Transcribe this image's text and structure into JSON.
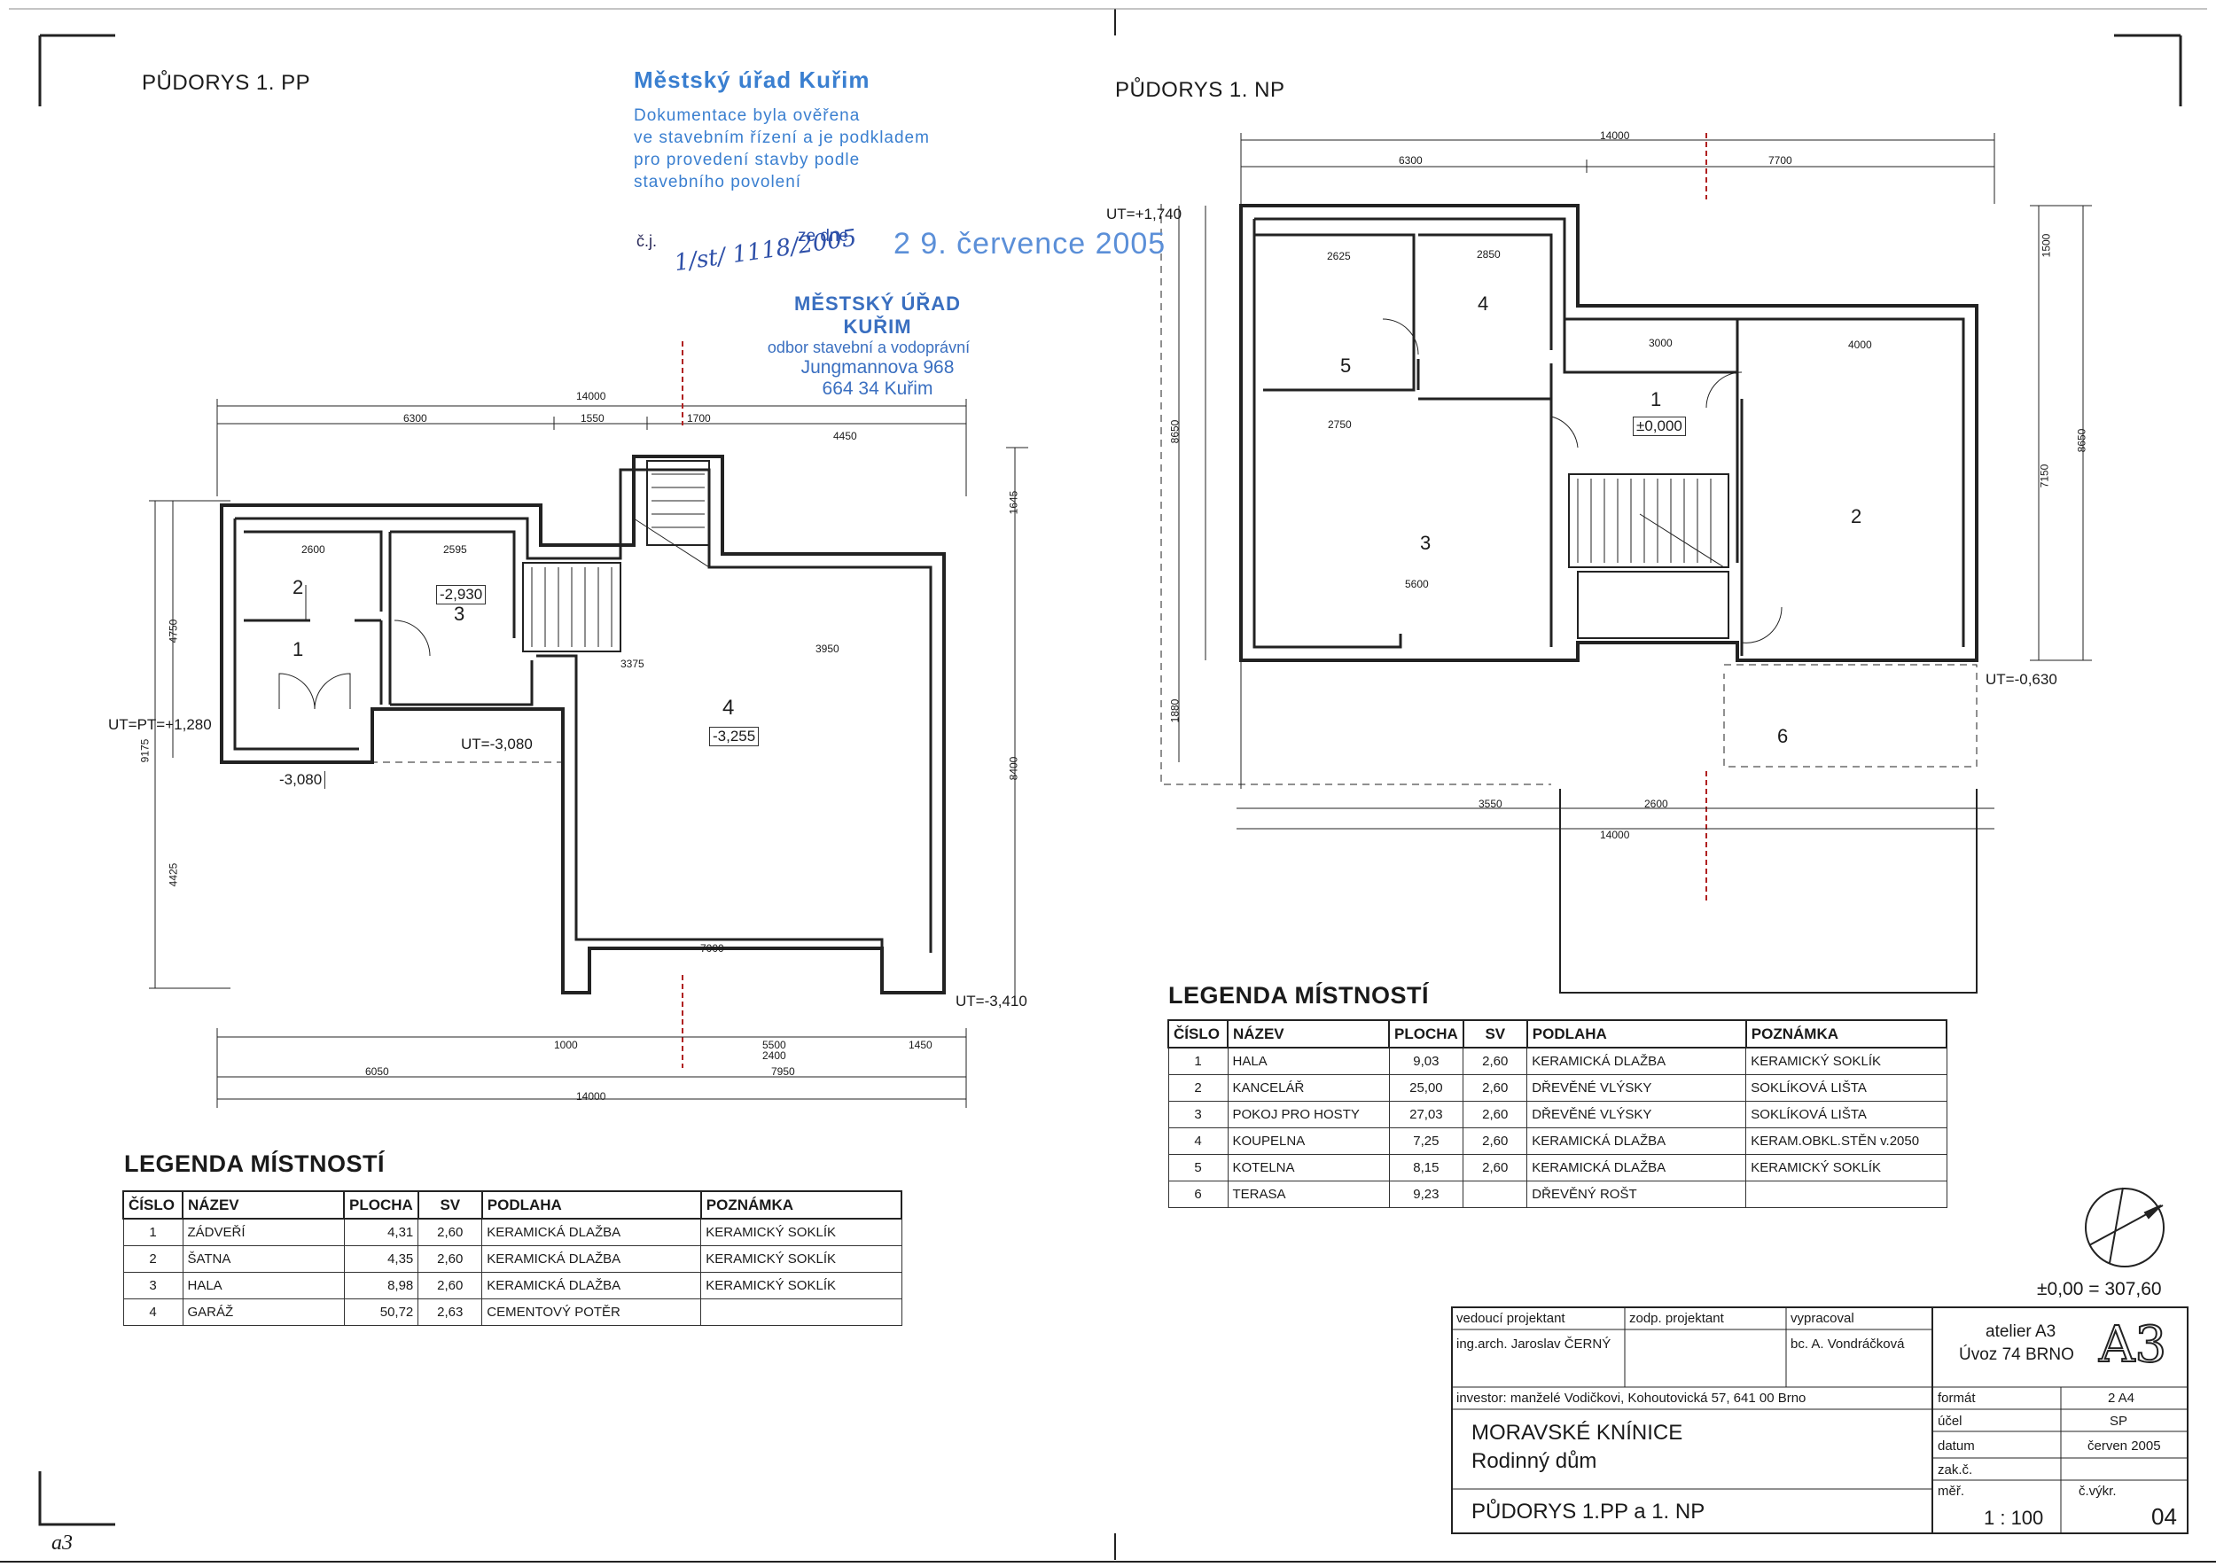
{
  "sheet_label": "a3",
  "left_plan": {
    "title": "PŮDORYS 1. PP",
    "room_numbers": [
      "1",
      "2",
      "3",
      "4"
    ],
    "levels": {
      "ut_pt": "UT=PT=+1,280",
      "room1": "-3,080",
      "room3": "-2,930",
      "room4": "-3,255",
      "ut_mid": "UT=-3,080",
      "ut_bottom": "UT=-3,410"
    },
    "dimensions": {
      "top_total": "14000",
      "top_a": "6300",
      "top_b": "1550",
      "top_c": "1700",
      "top_d": "4450",
      "left_4750": "4750",
      "left_9175": "9175",
      "left_4425": "4425",
      "right_1645": "1645",
      "right_8400": "8400",
      "inner_3950": "3950",
      "inner_3375": "3375",
      "inner_7000": "7000",
      "inner_2600": "2600",
      "inner_2595": "2595",
      "bottom_6050": "6050",
      "bottom_7950": "7950",
      "bottom_total": "14000",
      "bottom_1000": "1000",
      "bottom_1450": "1450",
      "bottom_5500": "5500",
      "bottom_2400": "2400"
    }
  },
  "stamp": {
    "title": "Městský úřad Kuřim",
    "lines": [
      "Dokumentace byla ověřena",
      "ve stavebním řízení a je podkladem",
      "pro provedení stavby podle",
      "stavebního povolení"
    ],
    "cj_label": "č.j.",
    "cj_value": "1/st/ 1118/2005",
    "date_label": "ze dne",
    "date_value": "2 9. července 2005",
    "office_lines": [
      "MĚSTSKÝ ÚŘAD",
      "KUŘIM",
      "odbor stavební a vodoprávní",
      "Jungmannova 968",
      "664 34 Kuřim"
    ]
  },
  "right_plan": {
    "title": "PŮDORYS 1. NP",
    "room_numbers": [
      "1",
      "2",
      "3",
      "4",
      "5",
      "6"
    ],
    "levels": {
      "ut_top": "UT=+1,740",
      "room1": "±0,000",
      "ut_right": "UT=-0,630"
    },
    "dimensions": {
      "top_total": "14000",
      "top_a": "6300",
      "top_b": "7700",
      "bottom_total": "14000",
      "bottom_2600": "2600",
      "bottom_3550": "3550",
      "left_8650": "8650",
      "left_1880": "1880",
      "right_1500": "1500",
      "right_7150": "7150",
      "right_8650": "8650",
      "inner_5600": "5600",
      "inner_4000": "4000",
      "inner_3000": "3000",
      "inner_2750": "2750",
      "inner_2625": "2625",
      "inner_2850": "2850"
    }
  },
  "legend_left": {
    "title": "LEGENDA MÍSTNOSTÍ",
    "headers": [
      "ČÍSLO",
      "NÁZEV",
      "PLOCHA",
      "SV",
      "PODLAHA",
      "POZNÁMKA"
    ],
    "rows": [
      [
        "1",
        "ZÁDVEŘÍ",
        "4,31",
        "2,60",
        "KERAMICKÁ DLAŽBA",
        "KERAMICKÝ SOKLÍK"
      ],
      [
        "2",
        "ŠATNA",
        "4,35",
        "2,60",
        "KERAMICKÁ DLAŽBA",
        "KERAMICKÝ SOKLÍK"
      ],
      [
        "3",
        "HALA",
        "8,98",
        "2,60",
        "KERAMICKÁ DLAŽBA",
        "KERAMICKÝ SOKLÍK"
      ],
      [
        "4",
        "GARÁŽ",
        "50,72",
        "2,63",
        "CEMENTOVÝ POTĚR",
        ""
      ]
    ]
  },
  "legend_right": {
    "title": "LEGENDA MÍSTNOSTÍ",
    "headers": [
      "ČÍSLO",
      "NÁZEV",
      "PLOCHA",
      "SV",
      "PODLAHA",
      "POZNÁMKA"
    ],
    "rows": [
      [
        "1",
        "HALA",
        "9,03",
        "2,60",
        "KERAMICKÁ DLAŽBA",
        "KERAMICKÝ SOKLÍK"
      ],
      [
        "2",
        "KANCELÁŘ",
        "25,00",
        "2,60",
        "DŘEVĚNÉ VLÝSKY",
        "SOKLÍKOVÁ LIŠTA"
      ],
      [
        "3",
        "POKOJ PRO HOSTY",
        "27,03",
        "2,60",
        "DŘEVĚNÉ VLÝSKY",
        "SOKLÍKOVÁ LIŠTA"
      ],
      [
        "4",
        "KOUPELNA",
        "7,25",
        "2,60",
        "KERAMICKÁ DLAŽBA",
        "KERAM.OBKL.STĚN v.2050"
      ],
      [
        "5",
        "KOTELNA",
        "8,15",
        "2,60",
        "KERAMICKÁ DLAŽBA",
        "KERAMICKÝ SOKLÍK"
      ],
      [
        "6",
        "TERASA",
        "9,23",
        "",
        "DŘEVĚNÝ ROŠT",
        ""
      ]
    ]
  },
  "elevation_ref": "±0,00 = 307,60",
  "title_block": {
    "lead_label": "vedoucí projektant",
    "lead_name": "ing.arch. Jaroslav ČERNÝ",
    "resp_label": "zodp. projektant",
    "prep_label": "vypracoval",
    "prep_name": "bc. A. Vondráčková",
    "studio_line1": "atelier A3",
    "studio_line2": "Úvoz 74   BRNO",
    "logo": "A3",
    "investor": "investor: manželé Vodičkovi, Kohoutovická 57, 641 00  Brno",
    "project_line1": "MORAVSKÉ KNÍNICE",
    "project_line2": "Rodinný dům",
    "drawing_title": "PŮDORYS 1.PP a 1. NP",
    "format_label": "formát",
    "format_value": "2 A4",
    "purpose_label": "účel",
    "purpose_value": "SP",
    "date_label": "datum",
    "date_value": "červen 2005",
    "order_label": "zak.č.",
    "scale_label": "měř.",
    "scale_value": "1 : 100",
    "drawing_no_label": "č.výkr.",
    "drawing_no_value": "04"
  }
}
